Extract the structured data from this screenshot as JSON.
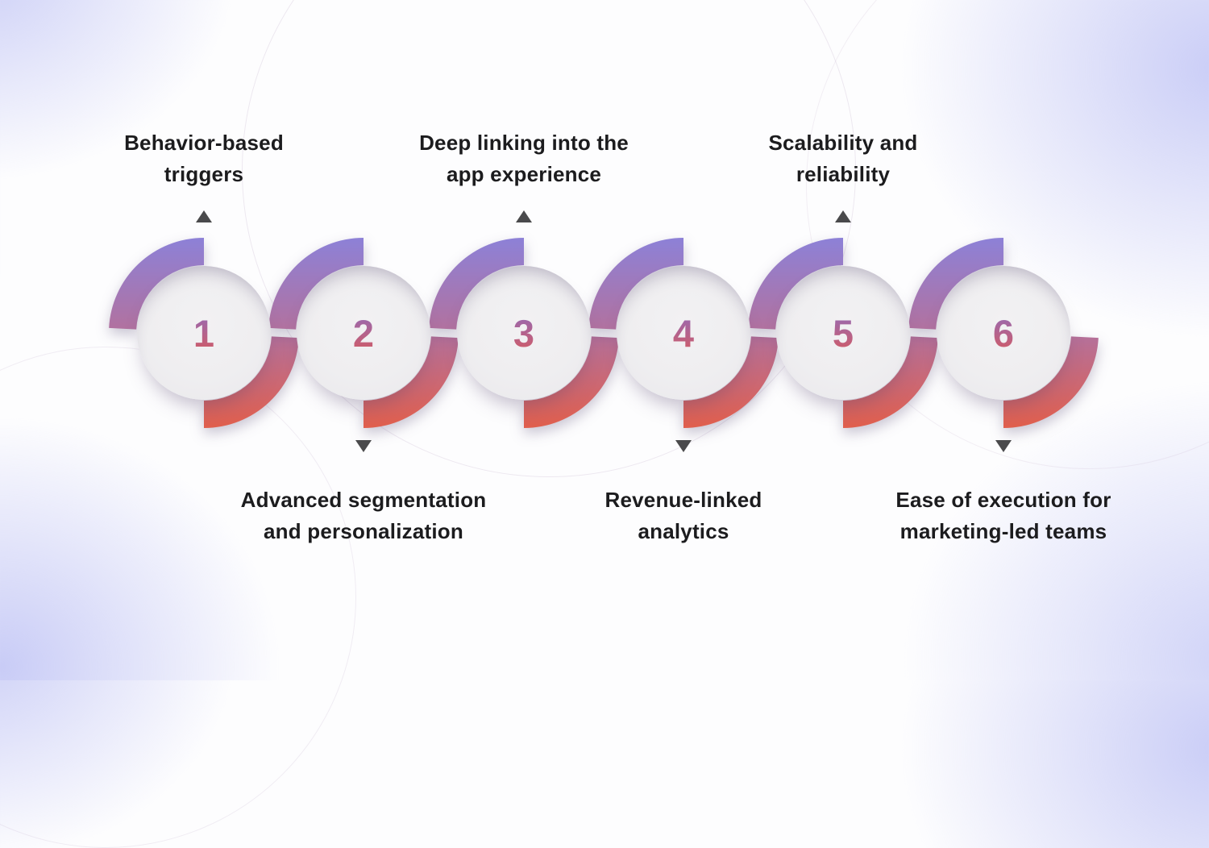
{
  "title": "Six-step feature infographic",
  "colors": {
    "background_base": "#fdfdfe",
    "corner_blob": "#d9dbf8",
    "ring_gradient_top": "#8d81d7",
    "ring_gradient_mid": "#b3719d",
    "ring_gradient_bottom": "#e15f4d",
    "disc_fill": "#efeef0",
    "number_gradient_top": "#9d68ab",
    "number_gradient_bottom": "#cb5d6e",
    "label_text": "#1c1c1e",
    "arrow": "#4a4a4c"
  },
  "steps": [
    {
      "number": "1",
      "label_position": "top",
      "label": "Behavior-based triggers",
      "lines": [
        "Behavior-based",
        "triggers"
      ]
    },
    {
      "number": "2",
      "label_position": "bottom",
      "label": "Advanced segmentation and personalization",
      "lines": [
        "Advanced segmentation",
        "and personalization"
      ]
    },
    {
      "number": "3",
      "label_position": "top",
      "label": "Deep linking into the app experience",
      "lines": [
        "Deep linking into the",
        "app experience"
      ]
    },
    {
      "number": "4",
      "label_position": "bottom",
      "label": "Revenue-linked analytics",
      "lines": [
        "Revenue-linked",
        "analytics"
      ]
    },
    {
      "number": "5",
      "label_position": "top",
      "label": "Scalability and reliability",
      "lines": [
        "Scalability and",
        "reliability"
      ]
    },
    {
      "number": "6",
      "label_position": "bottom",
      "label": "Ease of execution for marketing-led teams",
      "lines": [
        "Ease of execution for",
        "marketing-led teams"
      ]
    }
  ]
}
